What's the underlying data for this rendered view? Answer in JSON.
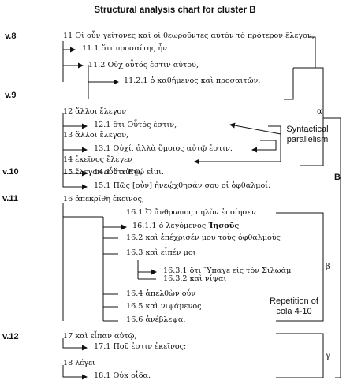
{
  "title": "Structural analysis chart for cluster B",
  "verses": [
    {
      "key": "v8",
      "label": "v.8"
    },
    {
      "key": "v9",
      "label": "v.9"
    },
    {
      "key": "v10",
      "label": "v.10"
    },
    {
      "key": "v11",
      "label": "v.11"
    },
    {
      "key": "v12",
      "label": "v.12"
    }
  ],
  "cola": [
    {
      "num": "11",
      "text": "Οἱ οὖν γείτονες καὶ οἱ θεωροῦντες αὐτὸν τὸ πρότερον ἔλεγον,"
    },
    {
      "num": "11.1",
      "text": "ὅτι προσαίτης ἦν"
    },
    {
      "num": "11.2",
      "text": "Οὐχ οὗτός ἐστιν αὐτοῦ,"
    },
    {
      "num": "11.2.1",
      "text": "ὁ καθήμενος καὶ προσαιτῶν;"
    },
    {
      "num": "12",
      "text": "ἄλλοι ἔλεγον"
    },
    {
      "num": "12.1",
      "text": "ὅτι Οὗτός ἐστιν,"
    },
    {
      "num": "13",
      "text": "ἄλλοι ἔλεγον,"
    },
    {
      "num": "13.1",
      "text": "Οὐχί, ἀλλὰ ὅμοιος αὐτῷ ἐστιν."
    },
    {
      "num": "14",
      "text": "ἐκεῖνος ἔλεγεν"
    },
    {
      "num": "14.1",
      "text": "ὅτι Ἐγώ εἰμι."
    },
    {
      "num": "15",
      "text": "ἔλεγον οὖν αὐτῷ,"
    },
    {
      "num": "15.1",
      "text": "Πῶς [οὖν] ἠνεῴχθησάν σου οἱ ὀφθαλμοί;"
    },
    {
      "num": "16",
      "text": "ἀπεκρίθη ἐκεῖνος,"
    },
    {
      "num": "16.1",
      "text": "Ὁ ἄνθρωπος πηλὸν ἐποίησεν"
    },
    {
      "num": "16.1.1",
      "text": "ὁ λεγόμενος",
      "bold": "Ἰησοῦς"
    },
    {
      "num": "16.2",
      "text": "καὶ ἐπέχρισέν μου τοὺς ὀφθαλμοὺς"
    },
    {
      "num": "16.3",
      "text": "καὶ εἶπέν μοι"
    },
    {
      "num": "16.3.1",
      "text": "ὅτι Ὕπαγε εἰς τὸν Σιλωὰμ"
    },
    {
      "num": "16.3.2",
      "text": "καὶ νίψαι"
    },
    {
      "num": "16.4",
      "text": "ἀπελθὼν οὖν"
    },
    {
      "num": "16.5",
      "text": "καὶ νιψάμενος"
    },
    {
      "num": "16.6",
      "text": "ἀνέβλεψα."
    },
    {
      "num": "17",
      "text": "καὶ εἶπαν αὐτῷ,"
    },
    {
      "num": "17.1",
      "text": "Ποῦ ἐστιν ἐκεῖνος;"
    },
    {
      "num": "18",
      "text": "λέγει"
    },
    {
      "num": "18.1",
      "text": "Οὐκ οἶδα."
    }
  ],
  "notes": {
    "syntactical": [
      "Syntactical",
      "parallelism"
    ],
    "repetition": [
      "Repetition of",
      "cola 4-10"
    ]
  },
  "brackets": {
    "alpha": "α",
    "beta": "β",
    "gamma": "γ",
    "b": "B"
  }
}
